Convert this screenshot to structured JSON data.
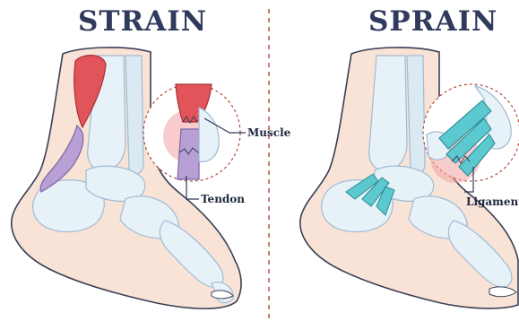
{
  "panels": {
    "left_title": "STRAIN",
    "right_title": "SPRAIN"
  },
  "labels": {
    "muscle": "Muscle",
    "tendon": "Tendon",
    "ligament": "Ligament"
  },
  "colors": {
    "title": "#2f3a5c",
    "skin": "#f8e3d6",
    "skin_outline": "#3a3f55",
    "bone": "#e7f1f8",
    "bone_shade": "#b7d3e6",
    "muscle": "#e0545a",
    "tendon": "#b8a0d6",
    "ligament": "#5cc8cf",
    "inflammation": "#f2a3a3",
    "divider": "#b04a3a"
  }
}
